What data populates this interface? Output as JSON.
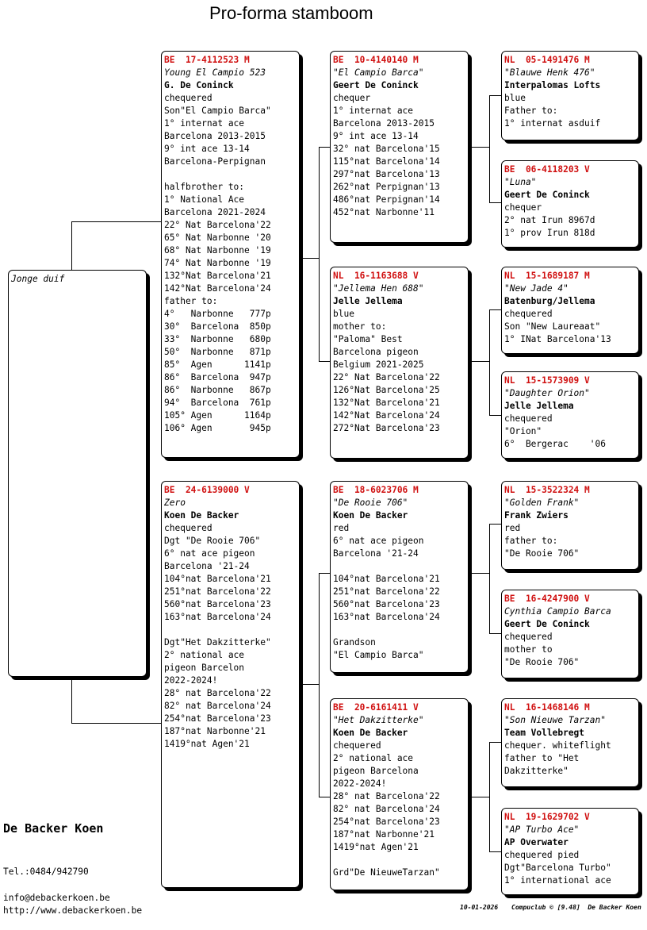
{
  "page_title": "Pro-forma stamboom",
  "subject": {
    "lines": [
      "Jonge duif"
    ]
  },
  "parents": {
    "father": {
      "ring": "BE  17-4112523 M",
      "name": "Young El Campio 523",
      "owner": "G. De Coninck",
      "lines": [
        "chequered",
        "Son\"El Campio Barca\"",
        "1° internat ace",
        "Barcelona 2013-2015",
        "9° int ace 13-14",
        "Barcelona-Perpignan",
        "",
        "halfbrother to:",
        "1° National Ace",
        "Barcelona 2021-2024",
        "22° Nat Barcelona'22",
        "65° Nat Narbonne '20",
        "68° Nat Narbonne '19",
        "74° Nat Narbonne '19",
        "132°Nat Barcelona'21",
        "142°Nat Barcelona'24",
        "father to:",
        "4°   Narbonne   777p",
        "30°  Barcelona  850p",
        "33°  Narbonne   680p",
        "50°  Narbonne   871p",
        "85°  Agen      1141p",
        "86°  Barcelona  947p",
        "86°  Narbonne   867p",
        "94°  Barcelona  761p",
        "105° Agen      1164p",
        "106° Agen       945p"
      ]
    },
    "mother": {
      "ring": "BE  24-6139000 V",
      "name": "Zero",
      "owner": "Koen De Backer",
      "lines": [
        "chequered",
        "Dgt \"De Rooie 706\"",
        "6° nat ace pigeon",
        "Barcelona '21-24",
        "104°nat Barcelona'21",
        "251°nat Barcelona'22",
        "560°nat Barcelona'23",
        "163°nat Barcelona'24",
        "",
        "Dgt\"Het Dakzitterke\"",
        "2° national ace",
        "pigeon Barcelon",
        "2022-2024!",
        "28° nat Barcelona'22",
        "82° nat Barcelona'24",
        "254°nat Barcelona'23",
        "187°nat Narbonne'21",
        "1419°nat Agen'21"
      ]
    }
  },
  "grandparents": {
    "ff": {
      "ring": "BE  10-4140140 M",
      "name": "\"El Campio Barca\"",
      "owner": "Geert De Coninck",
      "lines": [
        "chequer",
        "1° internat ace",
        "Barcelona 2013-2015",
        "9° int ace 13-14",
        "32° nat Barcelona'15",
        "115°nat Barcelona'14",
        "297°nat Barcelona'13",
        "262°nat Perpignan'13",
        "486°nat Perpignan'14",
        "452°nat Narbonne'11"
      ]
    },
    "fm": {
      "ring": "NL  16-1163688 V",
      "name": "\"Jellema Hen 688\"",
      "owner": "Jelle Jellema",
      "lines": [
        "blue",
        "mother to:",
        "\"Paloma\" Best",
        "Barcelona pigeon",
        "Belgium 2021-2025",
        "22° Nat Barcelona'22",
        "126°Nat Barcelona'25",
        "132°Nat Barcelona'21",
        "142°Nat Barcelona'24",
        "272°Nat Barcelona'23"
      ]
    },
    "mf": {
      "ring": "BE  18-6023706 M",
      "name": "\"De Rooie 706\"",
      "owner": "Koen De Backer",
      "lines": [
        "red",
        "6° nat ace pigeon",
        "Barcelona '21-24",
        "",
        "104°nat Barcelona'21",
        "251°nat Barcelona'22",
        "560°nat Barcelona'23",
        "163°nat Barcelona'24",
        "",
        "Grandson",
        "\"El Campio Barca\""
      ]
    },
    "mm": {
      "ring": "BE  20-6161411 V",
      "name": "\"Het Dakzitterke\"",
      "owner": "Koen De Backer",
      "lines": [
        "chequered",
        "2° national ace",
        "pigeon Barcelona",
        "2022-2024!",
        "28° nat Barcelona'22",
        "82° nat Barcelona'24",
        "254°nat Barcelona'23",
        "187°nat Narbonne'21",
        "1419°nat Agen'21",
        "",
        "Grd\"De NieuweTarzan\""
      ]
    }
  },
  "great_grandparents": {
    "fff": {
      "ring": "NL  05-1491476 M",
      "name": "\"Blauwe Henk 476\"",
      "owner": "Interpalomas Lofts",
      "lines": [
        "blue",
        "Father to:",
        "1° internat asduif"
      ]
    },
    "ffm": {
      "ring": "BE  06-4118203 V",
      "name": "\"Luna\"",
      "owner": "Geert De Coninck",
      "lines": [
        "chequer",
        "2° nat Irun 8967d",
        "1° prov Irun 818d"
      ]
    },
    "fmf": {
      "ring": "NL  15-1689187 M",
      "name": "\"New Jade 4\"",
      "owner": "Batenburg/Jellema",
      "lines": [
        "chequered",
        "Son \"New Laureaat\"",
        "1° INat Barcelona'13"
      ]
    },
    "fmm": {
      "ring": "NL  15-1573909 V",
      "name": "\"Daughter Orion\"",
      "owner": "Jelle Jellema",
      "lines": [
        "chequered",
        "\"Orion\"",
        "6°  Bergerac    '06"
      ]
    },
    "mff": {
      "ring": "NL  15-3522324 M",
      "name": "\"Golden Frank\"",
      "owner": "Frank Zwiers",
      "lines": [
        "red",
        "father to:",
        "\"De Rooie 706\""
      ]
    },
    "mfm": {
      "ring": "BE  16-4247900 V",
      "name": "Cynthia Campio Barca",
      "owner": "Geert De Coninck",
      "lines": [
        "chequered",
        "mother to",
        "\"De Rooie 706\""
      ]
    },
    "mmf": {
      "ring": "NL  16-1468146 M",
      "name": "\"Son Nieuwe Tarzan\"",
      "owner": "Team Vollebregt",
      "lines": [
        "chequer. whiteflight",
        "father to \"Het",
        "Dakzitterke\""
      ]
    },
    "mmm": {
      "ring": "NL  19-1629702 V",
      "name": "\"AP Turbo Ace\"",
      "owner": "AP Overwater",
      "lines": [
        "chequered pied",
        "Dgt\"Barcelona Turbo\"",
        "1° international ace"
      ]
    }
  },
  "breeder": {
    "name": "De Backer Koen",
    "tel": "Tel.:0484/942790",
    "email": "info@debackerkoen.be",
    "website": "http://www.debackerkoen.be"
  },
  "footer": {
    "date": "10-01-2026",
    "software": "Compuclub © [9.48]  De Backer Koen"
  },
  "colors": {
    "ring": "#d01010",
    "border": "#000000",
    "background": "#ffffff"
  }
}
